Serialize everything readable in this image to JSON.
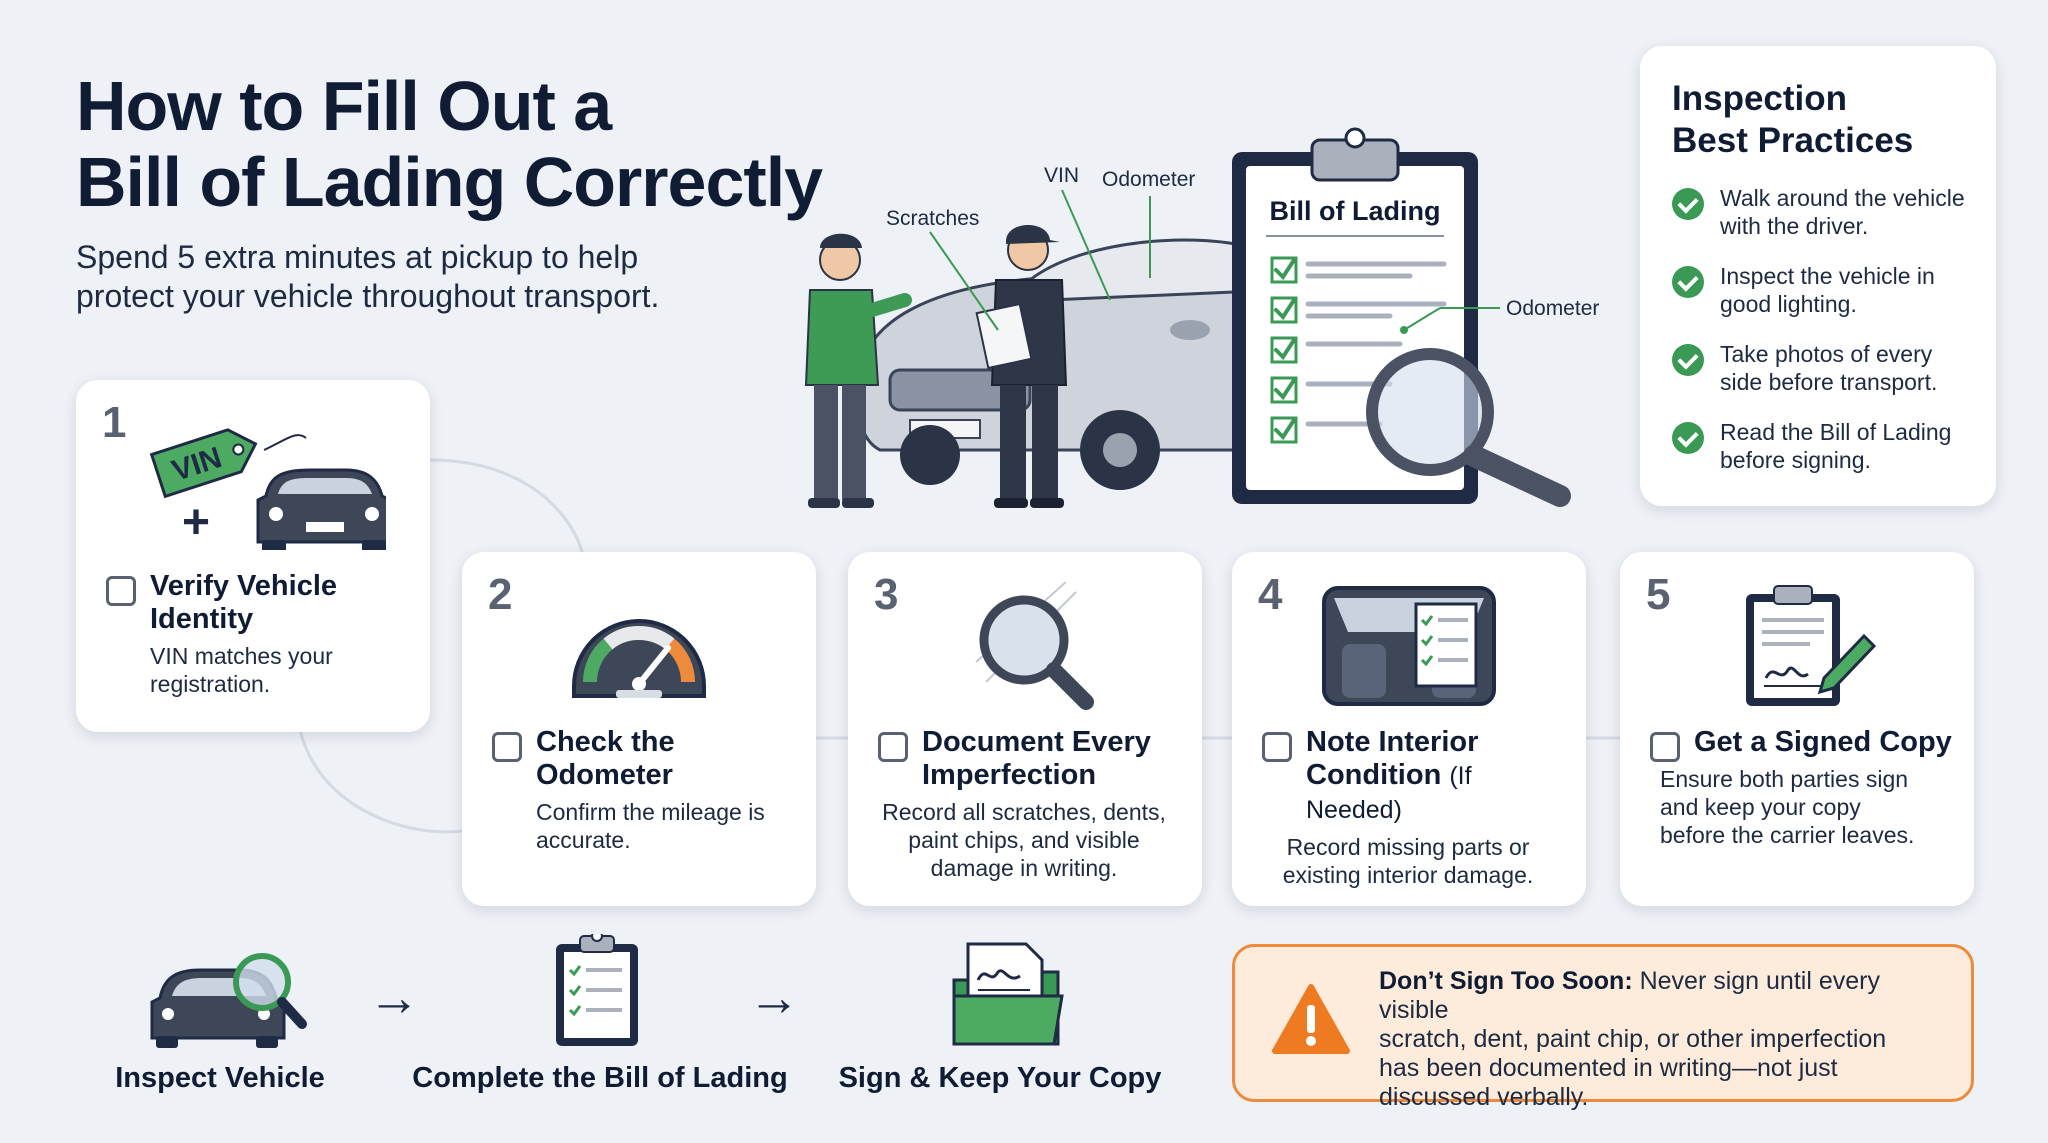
{
  "header": {
    "title_line1": "How to Fill Out a",
    "title_line2": "Bill of Lading Correctly",
    "subtitle_line1": "Spend 5 extra minutes at pickup to help",
    "subtitle_line2": "protect your vehicle throughout transport."
  },
  "hero": {
    "labels": {
      "vin": "VIN",
      "odometer_top": "Odometer",
      "scratches": "Scratches",
      "odometer_right": "Odometer",
      "clipboard_title": "Bill of Lading"
    }
  },
  "practices": {
    "title_line1": "Inspection",
    "title_line2": "Best Practices",
    "items": [
      {
        "line1": "Walk around the vehicle",
        "line2": "with the driver."
      },
      {
        "line1": "Inspect the vehicle in",
        "line2": "good lighting."
      },
      {
        "line1": "Take photos of every",
        "line2": "side before transport."
      },
      {
        "line1": "Read the Bill of Lading",
        "line2": "before signing."
      }
    ]
  },
  "steps": [
    {
      "number": "1",
      "icon_tag": "VIN",
      "title_line1": "Verify Vehicle",
      "title_line2": "Identity",
      "desc_line1": "VIN matches your",
      "desc_line2": "registration."
    },
    {
      "number": "2",
      "title_line1": "Check the",
      "title_line2": "Odometer",
      "desc_line1": "Confirm the mileage is",
      "desc_line2": "accurate."
    },
    {
      "number": "3",
      "title_line1": "Document Every",
      "title_line2": "Imperfection",
      "desc_line1": "Record all scratches, dents,",
      "desc_line2": "paint chips, and visible",
      "desc_line3": "damage in writing."
    },
    {
      "number": "4",
      "title_line1": "Note Interior",
      "title_line2": "Condition",
      "title_suffix": "(If Needed)",
      "desc_line1": "Record missing parts or",
      "desc_line2": "existing interior damage."
    },
    {
      "number": "5",
      "title_line1": "Get a Signed Copy",
      "desc_line1": "Ensure both parties sign",
      "desc_line2": "and keep your copy",
      "desc_line3": "before the carrier leaves."
    }
  ],
  "flow": {
    "items": [
      "Inspect Vehicle",
      "Complete the Bill of Lading",
      "Sign & Keep Your Copy"
    ],
    "arrow": "→"
  },
  "warning": {
    "bold": "Don’t Sign Too Soon:",
    "line1": " Never sign until every visible",
    "line2": "scratch, dent, paint chip, or other imperfection",
    "line3": "has been documented in writing—not just",
    "line4": "discussed verbally."
  },
  "colors": {
    "accent_green": "#3a9a55",
    "warning_orange": "#ee8a3c",
    "warning_bg": "#fdecdc",
    "navy": "#1f2a44"
  }
}
